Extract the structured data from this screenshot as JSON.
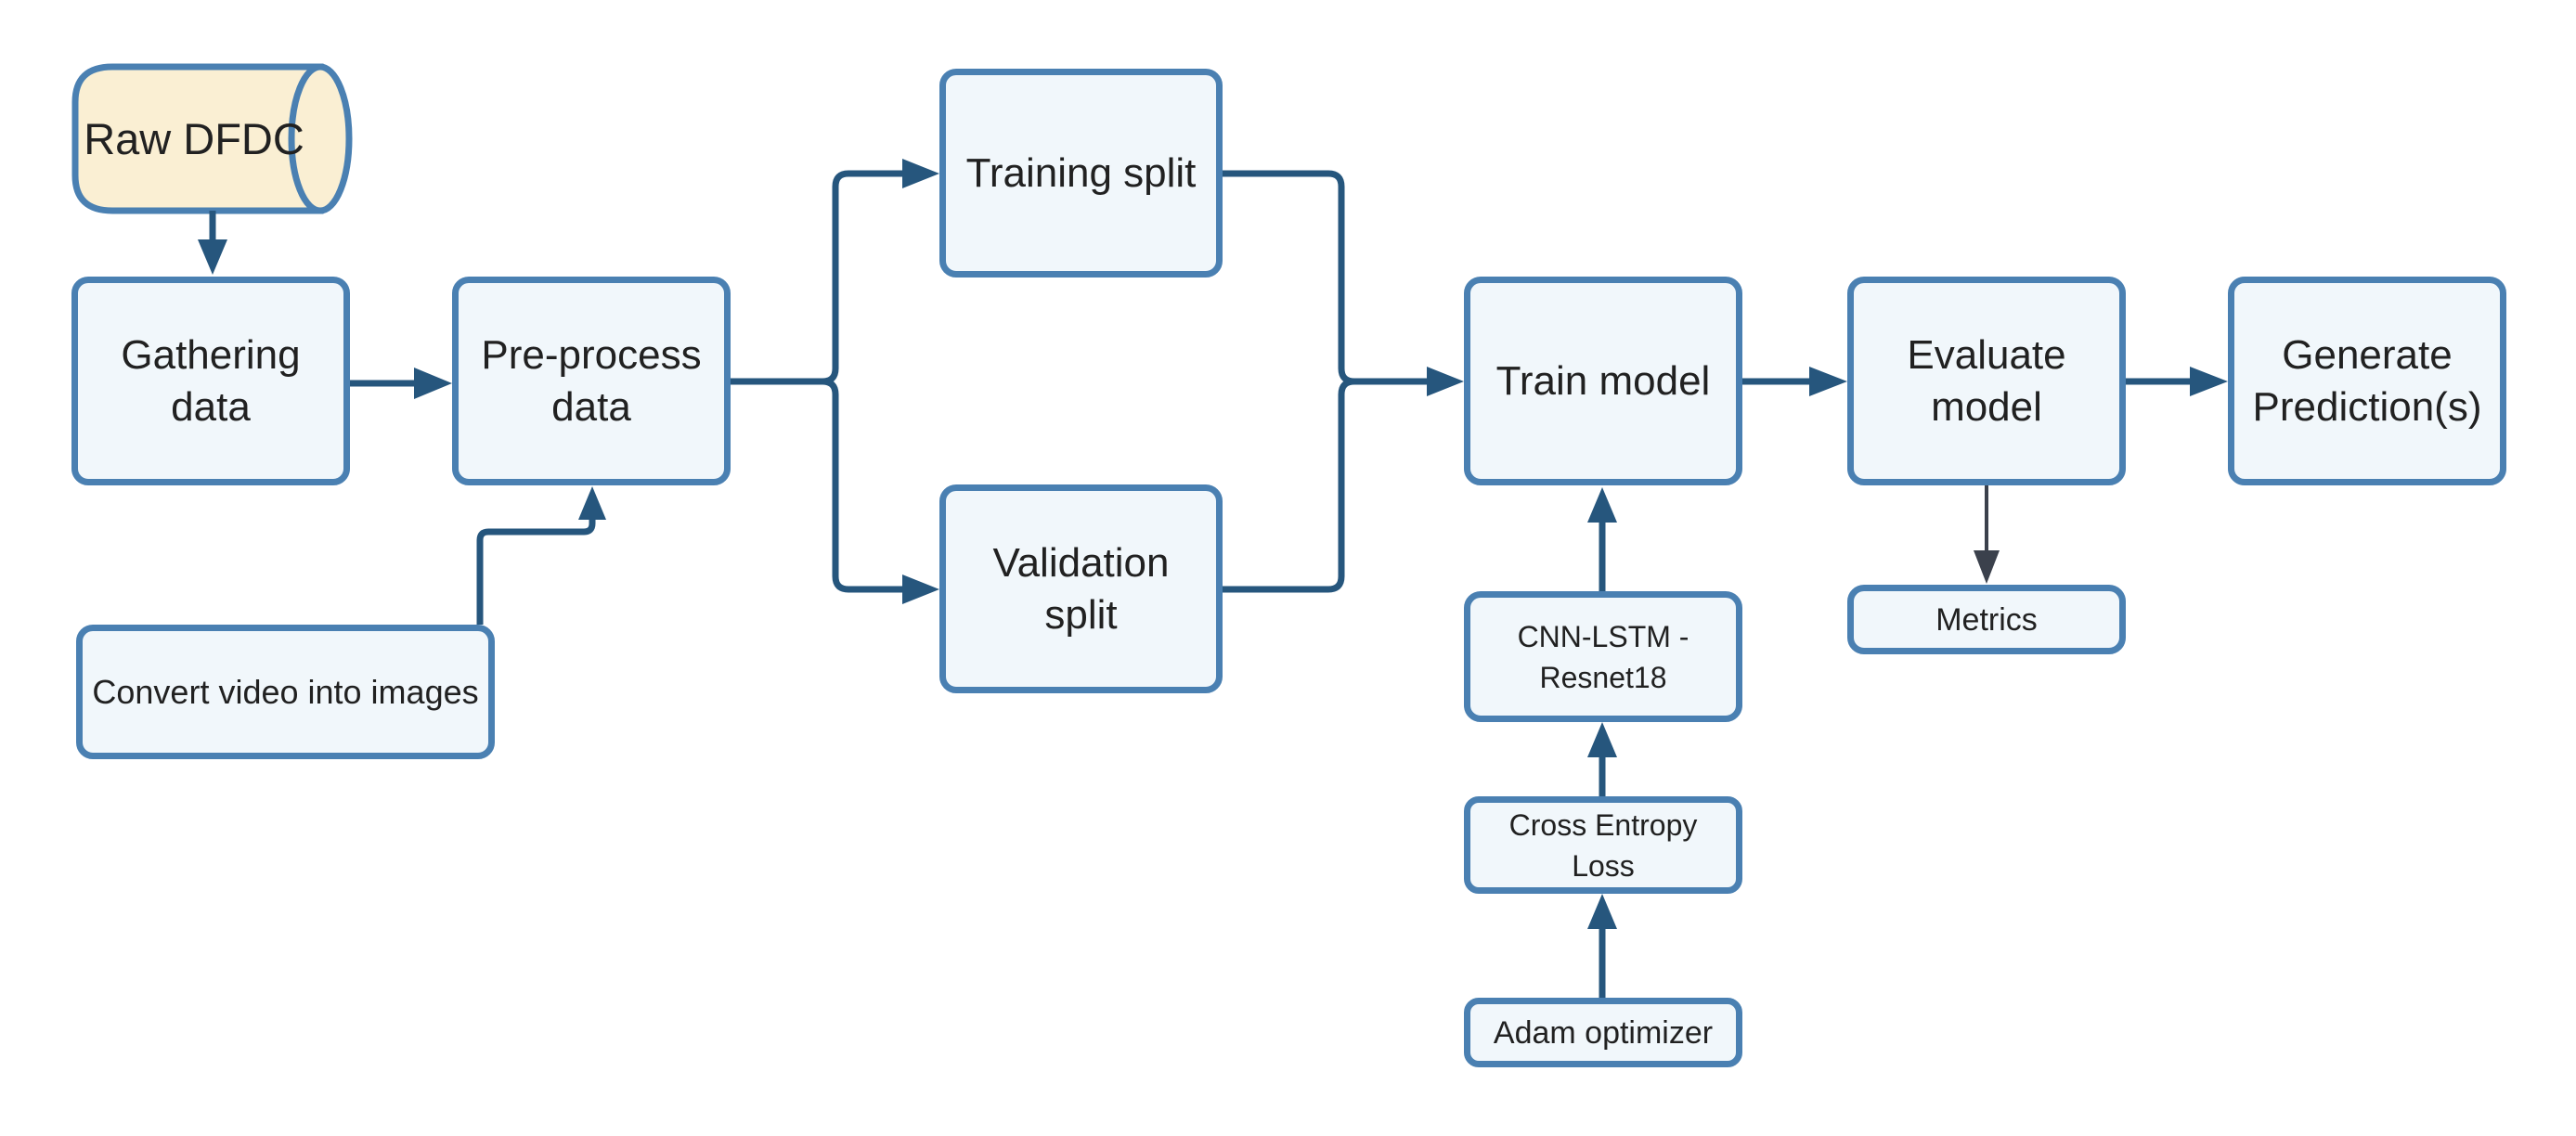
{
  "diagram": {
    "colors": {
      "background": "#ffffff",
      "box_fill": "#f1f7fb",
      "box_border": "#4a80b2",
      "connector": "#26567d",
      "connector_gray": "#3b414c",
      "cylinder_fill": "#faefd3",
      "text": "#212121"
    },
    "nodes": {
      "raw_dfdc": {
        "label": "Raw DFDC",
        "shape": "cylinder"
      },
      "gathering_data": {
        "label": "Gathering\ndata",
        "shape": "rounded-rect"
      },
      "preprocess_data": {
        "label": "Pre-process\ndata",
        "shape": "rounded-rect"
      },
      "convert_video": {
        "label": "Convert video into images",
        "shape": "rounded-rect"
      },
      "training_split": {
        "label": "Training split",
        "shape": "rounded-rect"
      },
      "validation_split": {
        "label": "Validation\nsplit",
        "shape": "rounded-rect"
      },
      "train_model": {
        "label": "Train model",
        "shape": "rounded-rect"
      },
      "evaluate_model": {
        "label": "Evaluate\nmodel",
        "shape": "rounded-rect"
      },
      "generate_predictions": {
        "label": "Generate\nPrediction(s)",
        "shape": "rounded-rect"
      },
      "cnn_lstm_resnet18": {
        "label": "CNN-LSTM -\nResnet18",
        "shape": "rounded-rect"
      },
      "cross_entropy_loss": {
        "label": "Cross Entropy\nLoss",
        "shape": "rounded-rect"
      },
      "adam_optimizer": {
        "label": "Adam optimizer",
        "shape": "rounded-rect"
      },
      "metrics": {
        "label": "Metrics",
        "shape": "rounded-rect"
      }
    },
    "edges": [
      {
        "from": "raw_dfdc",
        "to": "gathering_data",
        "style": "blue-arrow"
      },
      {
        "from": "gathering_data",
        "to": "preprocess_data",
        "style": "blue-arrow"
      },
      {
        "from": "convert_video",
        "to": "preprocess_data",
        "style": "blue-arrow"
      },
      {
        "from": "preprocess_data",
        "to": "training_split",
        "style": "blue-arrow"
      },
      {
        "from": "preprocess_data",
        "to": "validation_split",
        "style": "blue-arrow"
      },
      {
        "from": "training_split",
        "to": "train_model",
        "style": "blue-arrow"
      },
      {
        "from": "validation_split",
        "to": "train_model",
        "style": "blue-arrow"
      },
      {
        "from": "train_model",
        "to": "evaluate_model",
        "style": "blue-arrow"
      },
      {
        "from": "evaluate_model",
        "to": "generate_predictions",
        "style": "blue-arrow"
      },
      {
        "from": "cnn_lstm_resnet18",
        "to": "train_model",
        "style": "blue-arrow"
      },
      {
        "from": "cross_entropy_loss",
        "to": "cnn_lstm_resnet18",
        "style": "blue-arrow"
      },
      {
        "from": "adam_optimizer",
        "to": "cross_entropy_loss",
        "style": "blue-arrow"
      },
      {
        "from": "evaluate_model",
        "to": "metrics",
        "style": "gray-arrow"
      }
    ]
  }
}
